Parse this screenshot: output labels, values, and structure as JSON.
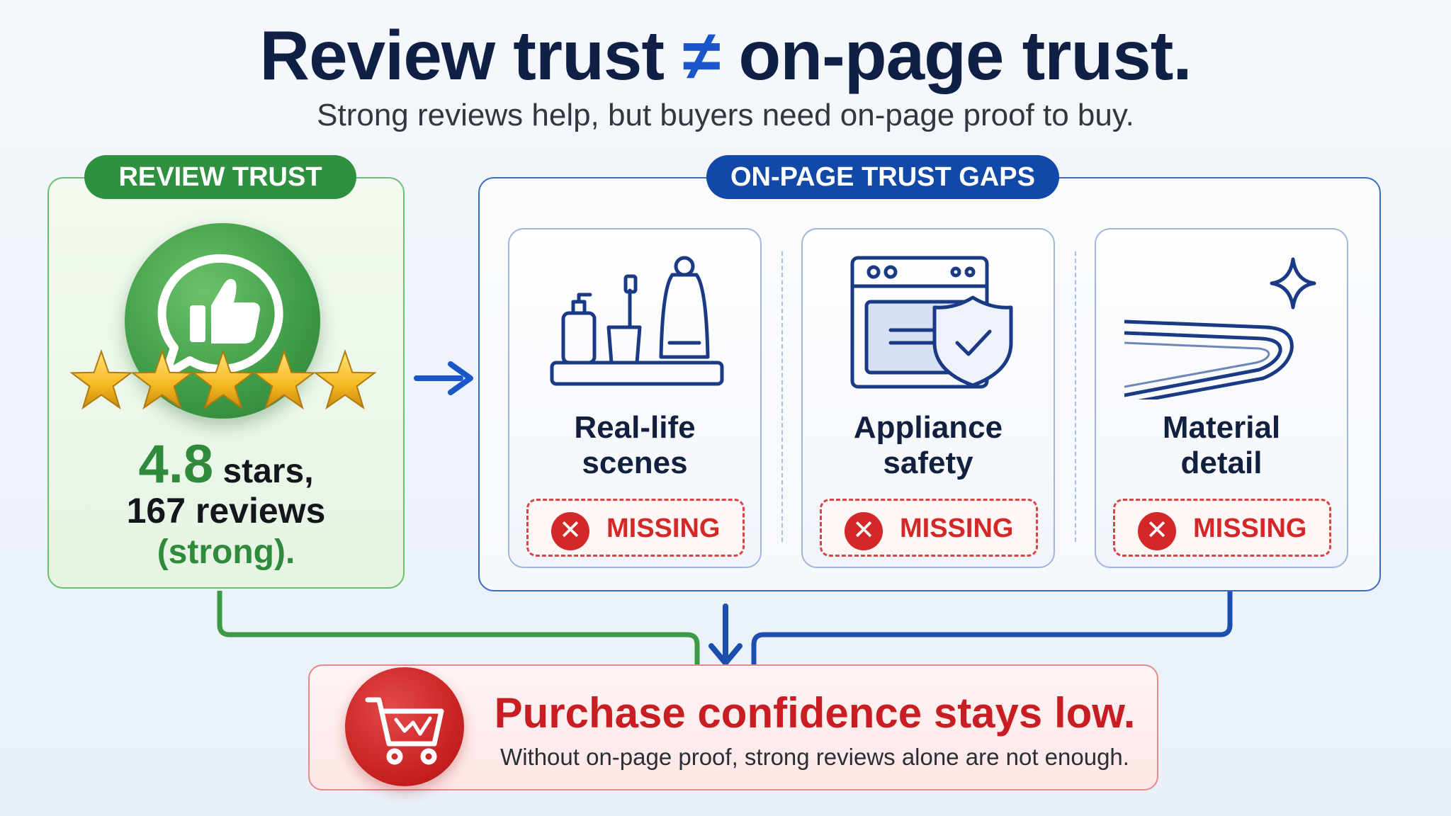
{
  "header": {
    "title_left": "Review trust",
    "title_symbol": "≠",
    "title_right": "on-page trust.",
    "subtitle": "Strong reviews help, but buyers need on-page proof to buy."
  },
  "review": {
    "pill": "REVIEW TRUST",
    "rating_value": "4.8",
    "rating_suffix": "stars,",
    "reviews": "167 reviews",
    "strength": "(strong).",
    "star_count": 5,
    "icon": "thumbs-up-chat-icon"
  },
  "gaps": {
    "pill": "ON-PAGE TRUST GAPS",
    "items": [
      {
        "label_line1": "Real-life",
        "label_line2": "scenes",
        "status": "MISSING",
        "icon": "bathroom-shelf-icon"
      },
      {
        "label_line1": "Appliance",
        "label_line2": "safety",
        "status": "MISSING",
        "icon": "oven-shield-icon"
      },
      {
        "label_line1": "Material",
        "label_line2": "detail",
        "status": "MISSING",
        "icon": "material-edge-sparkle-icon"
      }
    ]
  },
  "result": {
    "title": "Purchase confidence stays low.",
    "subtitle": "Without on-page proof, strong reviews alone are not enough.",
    "icon": "shopping-cart-icon"
  },
  "colors": {
    "navy": "#0f1f45",
    "green": "#2f9140",
    "blue": "#1249a9",
    "red": "#c81d22"
  }
}
